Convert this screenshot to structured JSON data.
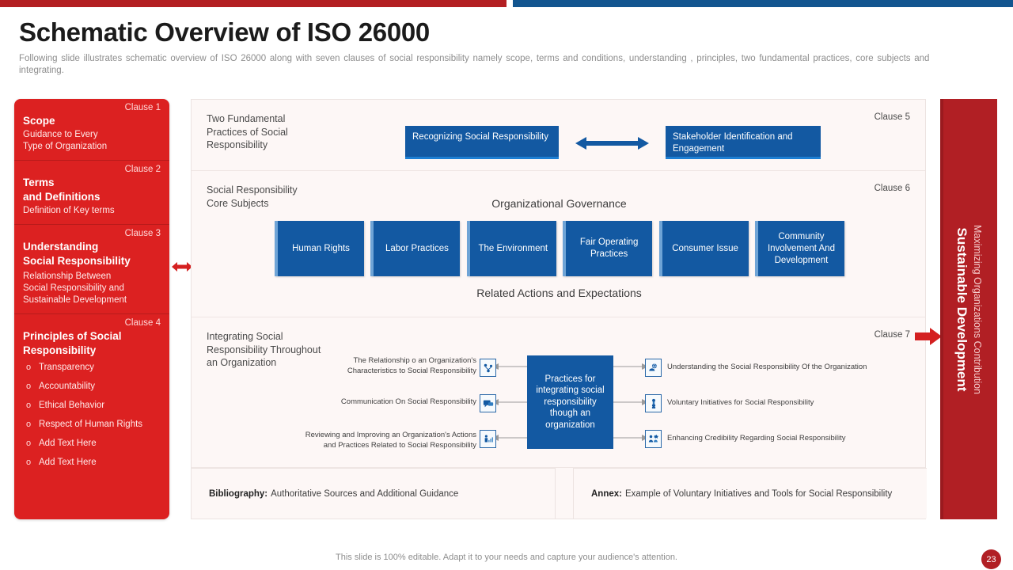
{
  "topbar": {
    "red_color": "#b31f22",
    "blue_color": "#12558f"
  },
  "header": {
    "title": "Schematic Overview of ISO 26000",
    "subtitle": "Following slide illustrates schematic overview  of ISO 26000  along with seven  clauses of social responsibility namely scope, terms and conditions, understanding  , principles, two fundamental  practices, core subjects and integrating."
  },
  "clauses": [
    {
      "tag": "Clause 1",
      "title": "Scope",
      "desc": "Guidance to Every\nType of Organization",
      "desc_line1": "Guidance to Every",
      "desc_line2": "Type of Organization"
    },
    {
      "tag": "Clause 2",
      "title_line1": "Terms",
      "title_line2": "and Definitions",
      "desc_line1": "Definition of Key terms"
    },
    {
      "tag": "Clause 3",
      "title_line1": "Understanding",
      "title_line2": "Social Responsibility",
      "desc_line1": "Relationship Between",
      "desc_line2": "Social Responsibility and",
      "desc_line3": "Sustainable Development"
    },
    {
      "tag": "Clause 4",
      "title_line1": "Principles of Social",
      "title_line2": "Responsibility",
      "bullets": [
        "Transparency",
        "Accountability",
        "Ethical Behavior",
        "Respect of Human Rights",
        "Add Text Here",
        "Add Text Here"
      ]
    }
  ],
  "section5": {
    "label_line1": "Two Fundamental",
    "label_line2": "Practices of Social",
    "label_line3": "Responsibility",
    "clause_no": "Clause 5",
    "box_left": "Recognizing Social Responsibility",
    "box_right": "Stakeholder Identification and Engagement"
  },
  "section6": {
    "label_line1": "Social Responsibility",
    "label_line2": "Core Subjects",
    "clause_no": "Clause 6",
    "top_band": "Organizational  Governance",
    "bottom_band": "Related Actions and Expectations",
    "core_subjects": [
      "Human Rights",
      "Labor Practices",
      "The Environment",
      "Fair Operating Practices",
      "Consumer Issue",
      "Community Involvement  And Development"
    ]
  },
  "section7": {
    "label_line1": "Integrating Social",
    "label_line2": "Responsibility Throughout",
    "label_line3": "an Organization",
    "clause_no": "Clause 7",
    "hub": "Practices for integrating social responsibility though an organization",
    "left_spokes": [
      {
        "line1": "The Relationship o an Organization's",
        "line2": "Characteristics to Social Responsibility",
        "icon": "people-network-icon"
      },
      {
        "line1": "Communication  On Social Responsibility",
        "line2": "",
        "icon": "speech-bubble-icon"
      },
      {
        "line1": "Reviewing and Improving an Organization's Actions",
        "line2": "and Practices Related to Social Responsibility",
        "icon": "chart-review-icon"
      }
    ],
    "right_spokes": [
      {
        "line1": "Understanding the Social Responsibility Of the Organization",
        "line2": "",
        "icon": "globe-person-icon"
      },
      {
        "line1": "Voluntary Initiatives for Social Responsibility",
        "line2": "",
        "icon": "badge-person-icon"
      },
      {
        "line1": "Enhancing Credibility Regarding Social Responsibility",
        "line2": "",
        "icon": "group-credibility-icon"
      }
    ]
  },
  "footer_cards": {
    "bibliography_label": "Bibliography:",
    "bibliography_text": "Authoritative Sources and Additional Guidance",
    "annex_label": "Annex:",
    "annex_text": "Example of  Voluntary Initiatives and Tools for Social Responsibility"
  },
  "vertical_bar": {
    "subtitle": "Maximizing Organizations Contribution",
    "title": "Sustainable Development",
    "color": "#b11f24"
  },
  "footer": {
    "note": "This slide is 100% editable. Adapt it to your needs and capture your audience's attention.",
    "page_number": "23"
  }
}
